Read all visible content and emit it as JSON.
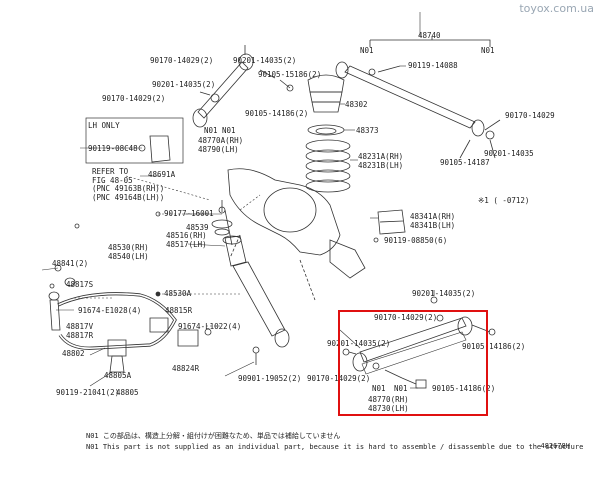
{
  "watermark": "toyox.com.ua",
  "labels": {
    "p48740": "48740",
    "n01_a": "N01",
    "n01_b": "N01",
    "p90119_14088": "90119-14088",
    "p90170_14029_tr": "90170-14029",
    "p90201_14035_tr": "90201-14035",
    "p90105_14187": "90105-14187",
    "p90170_14029_2a": "90170-14029(2)",
    "p90201_14035_2a": "90201-14035(2)",
    "p90105_15186_2": "90105-15186(2)",
    "p90201_14035_2b": "90201-14035(2)",
    "p90170_14029_2b": "90170-14029(2)",
    "p48302": "48302",
    "p90105_14186_2a": "90105-14186(2)",
    "p48373": "48373",
    "n01_c": "N01",
    "n01_d": "N01",
    "p48770": "48770A(RH)",
    "p48790": "48790(LH)",
    "lh_only": "LH ONLY",
    "p90119_08c48": "90119-08C48",
    "p48691a": "48691A",
    "p48231a": "48231A(RH)",
    "p48231b": "48231B(LH)",
    "refer1": "REFER TO",
    "refer2": "FIG 48-05",
    "refer3": "(PNC 49163B(RH))",
    "refer4": "(PNC 49164B(LH))",
    "note_x1": "※1 (    -0712)",
    "p90177_16001": "90177-16001",
    "p48539": "48539",
    "p48516": "48516(RH)",
    "p48517": "48517(LH)",
    "p48341a": "48341A(RH)",
    "p48341b": "48341B(LH)",
    "p90119_08850": "90119-08850(6)",
    "p48530": "48530(RH)",
    "p48540": "48540(LH)",
    "p48841": "48841(2)",
    "p48817s": "48817S",
    "p48530a": "48530A",
    "p90201_14035_2c": "90201-14035(2)",
    "p91674_e1028": "91674-E1028(4)",
    "p48815r": "48815R",
    "p90170_14029_2c": "90170-14029(2)",
    "p48817v": "48817V",
    "p48817r": "48817R",
    "p91674_l1022": "91674-L1022(4)",
    "p90105_14186_2b": "90105-14186(2)",
    "p90201_14035_2d": "90201-14035(2)",
    "p48802": "48802",
    "p48824r": "48824R",
    "p90170_14029_2d": "90170-14029(2)",
    "p48805a": "48805A",
    "p90901_19052": "90901-19052(2)",
    "n01_e": "N01",
    "n01_f": "N01",
    "p90105_14186_2c": "90105-14186(2)",
    "p90119_21041": "90119-21041(2)",
    "p48805": "48805",
    "p48770_rh": "48770(RH)",
    "p48730_lh": "48730(LH)"
  },
  "footnote_jp": "N01 この部品は、構造上分解・組付けが困難なため、単品では補給していません",
  "footnote_en": "N01 This part is not supplied as an individual part, because it is hard to assemble / disassemble due to the structure",
  "page_id": "482678H",
  "colors": {
    "highlight": "#e01010",
    "line": "#333333",
    "watermark": "#9aa7b4"
  }
}
